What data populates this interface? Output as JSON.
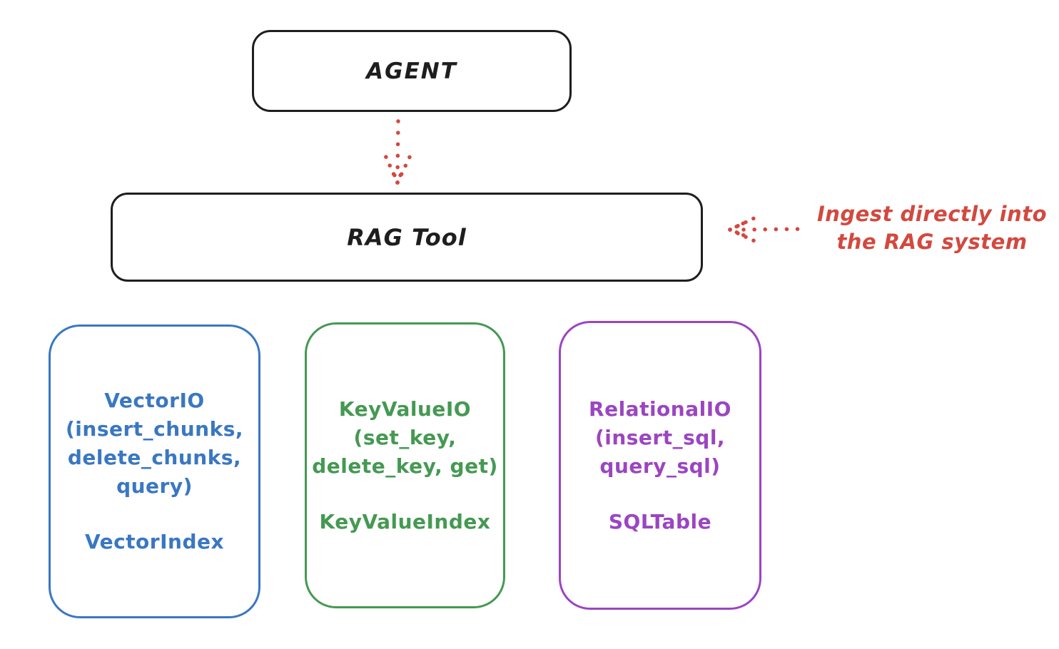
{
  "diagram": {
    "title_context": "RAG Tool architecture diagram",
    "agent": {
      "label": "AGENT",
      "stroke_color": "#1e1e1e"
    },
    "rag_tool": {
      "label": "RAG Tool",
      "stroke_color": "#1e1e1e"
    },
    "annotation": {
      "line1": "Ingest directly into",
      "line2": "the RAG system",
      "color": "#d2493f",
      "arrow_style": "dotted",
      "arrow_direction": "points-left-at-rag-tool"
    },
    "agent_to_ragtool_arrow": {
      "style": "dotted",
      "color": "#d2493f",
      "direction": "down"
    },
    "io_boxes": [
      {
        "id": "vector-io",
        "color": "#3a77c2",
        "line1": "VectorIO",
        "line2": "(insert_chunks,",
        "line3": "delete_chunks,",
        "line4": "query)",
        "index_label": "VectorIndex"
      },
      {
        "id": "keyvalue-io",
        "color": "#459952",
        "line1": "KeyValueIO",
        "line2": "(set_key,",
        "line3": "delete_key, get)",
        "line4": "",
        "index_label": "KeyValueIndex"
      },
      {
        "id": "relational-io",
        "color": "#9b45c1",
        "line1": "RelationalIO",
        "line2": "(insert_sql,",
        "line3": "query_sql)",
        "line4": "",
        "index_label": "SQLTable"
      }
    ]
  }
}
